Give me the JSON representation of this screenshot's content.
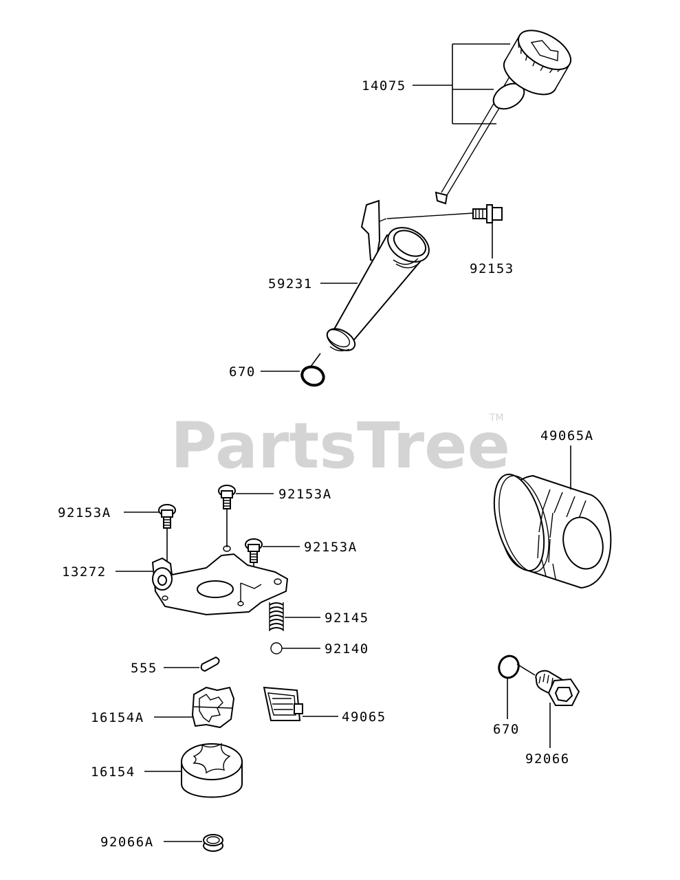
{
  "watermark": {
    "text": "PartsTree",
    "trademark": "TM"
  },
  "parts": [
    {
      "id": "p14075",
      "label": "14075",
      "name": "dipstick-assembly"
    },
    {
      "id": "p92153",
      "label": "92153",
      "name": "bolt-flanged"
    },
    {
      "id": "p59231",
      "label": "59231",
      "name": "oil-filler-tube"
    },
    {
      "id": "p670a",
      "label": "670",
      "name": "o-ring-tube"
    },
    {
      "id": "p49065A",
      "label": "49065A",
      "name": "oil-filter"
    },
    {
      "id": "p92153A1",
      "label": "92153A",
      "name": "bolt-left"
    },
    {
      "id": "p92153A2",
      "label": "92153A",
      "name": "bolt-top"
    },
    {
      "id": "p92153A3",
      "label": "92153A",
      "name": "bolt-right"
    },
    {
      "id": "p13272",
      "label": "13272",
      "name": "pump-cover-plate"
    },
    {
      "id": "p92145",
      "label": "92145",
      "name": "spring"
    },
    {
      "id": "p92140",
      "label": "92140",
      "name": "ball"
    },
    {
      "id": "p555",
      "label": "555",
      "name": "pin"
    },
    {
      "id": "p16154A",
      "label": "16154A",
      "name": "inner-rotor"
    },
    {
      "id": "p49065",
      "label": "49065",
      "name": "oil-screen"
    },
    {
      "id": "p16154",
      "label": "16154",
      "name": "outer-rotor"
    },
    {
      "id": "p92066A",
      "label": "92066A",
      "name": "collar"
    },
    {
      "id": "p670b",
      "label": "670",
      "name": "o-ring-drain"
    },
    {
      "id": "p92066",
      "label": "92066",
      "name": "drain-plug"
    }
  ]
}
